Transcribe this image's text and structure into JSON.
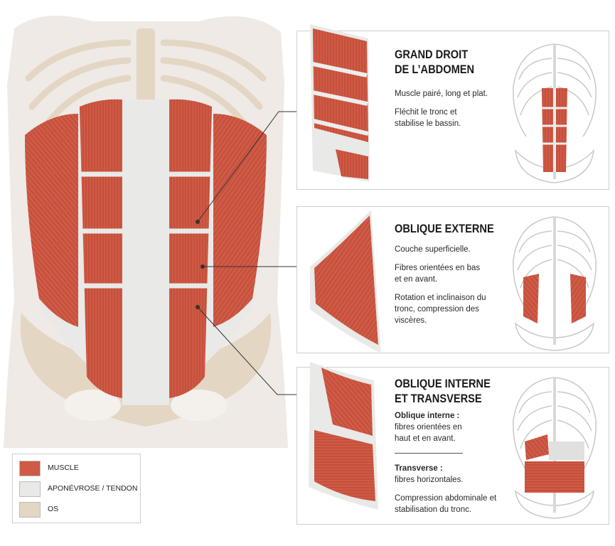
{
  "colors": {
    "muscle": "#cf5a45",
    "muscle_dark": "#a93d2d",
    "aponeurosis": "#e9e9e7",
    "bone": "#e3d6c3",
    "skin": "#ece8e4",
    "leader_line": "#333333",
    "panel_border": "#cfcfcf"
  },
  "panels": [
    {
      "title_lines": [
        "GRAND DROIT",
        "DE L’ABDOMEN"
      ],
      "paragraphs": [
        "Muscle pairé, long et plat.",
        "Fléchit le tronc et stabilise le bassin."
      ]
    },
    {
      "title_lines": [
        "OBLIQUE EXTERNE"
      ],
      "paragraphs": [
        "Couche superficielle.",
        "Fibres orientées en bas et en avant.",
        "Rotation et inclinaison du tronc, compression des viscères."
      ]
    },
    {
      "title_lines": [
        "OBLIQUE INTERNE",
        "ET TRANSVERSE"
      ],
      "sections": [
        {
          "heading": "Oblique interne :",
          "text": "fibres orientées en haut et en avant."
        },
        {
          "heading": "Transverse :",
          "text": "fibres horizontales."
        }
      ],
      "footer": "Compression abdominale et stabilisation du tronc."
    }
  ],
  "legend": [
    {
      "label": "MUSCLE",
      "color": "#cf5a45"
    },
    {
      "label": "APONÉVROSE / TENDON",
      "color": "#e9e9e7"
    },
    {
      "label": "OS",
      "color": "#e3d6c3"
    }
  ]
}
